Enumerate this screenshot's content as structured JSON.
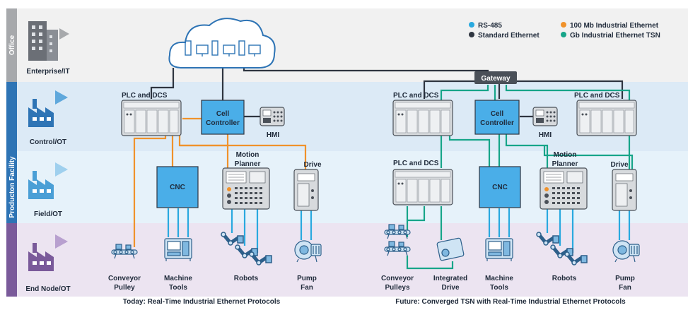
{
  "colors": {
    "rs485": "#29a9df",
    "standard_ethernet": "#2f3540",
    "industrial_ethernet_100mb": "#f0922b",
    "gb_tsn": "#17a589",
    "office_band": "#f1f1f1",
    "control_band": "#dceaf6",
    "field_band": "#e6f2fa",
    "endnode_band": "#ece4f1",
    "side_office": "#a7a9ac",
    "side_facility": "#2e74b5",
    "side_endnode": "#7a5a9a"
  },
  "sidebar": {
    "office": "Office",
    "facility": "Producton Facility"
  },
  "levels": {
    "enterprise": "Enterprise/IT",
    "control": "Control/OT",
    "field": "Field/OT",
    "endnode": "End Node/OT"
  },
  "legend": {
    "rs485": "RS-485",
    "standard_ethernet": "Standard Ethernet",
    "industrial_ethernet": "100 Mb Industrial Ethernet",
    "tsn": "Gb Industrial Ethernet TSN"
  },
  "network": {
    "gateway": "Gateway"
  },
  "left": {
    "plc_dcs": "PLC and DCS",
    "cell_controller_1": "Cell",
    "cell_controller_2": "Controller",
    "hmi": "HMI",
    "motion_planner_1": "Motion",
    "motion_planner_2": "Planner",
    "drive": "Drive",
    "cnc": "CNC",
    "conveyor_1": "Conveyor",
    "conveyor_2": "Pulley",
    "machine_tools_1": "Machine",
    "machine_tools_2": "Tools",
    "robots": "Robots",
    "pump_1": "Pump",
    "pump_2": "Fan",
    "caption": "Today: Real-Time Industrial Ethernet Protocols"
  },
  "right": {
    "plc_dcs_top_left": "PLC and DCS",
    "plc_dcs_top_right": "PLC and DCS",
    "plc_dcs_field": "PLC and DCS",
    "cell_controller_1": "Cell",
    "cell_controller_2": "Controller",
    "hmi": "HMI",
    "motion_planner_1": "Motion",
    "motion_planner_2": "Planner",
    "drive": "Drive",
    "cnc": "CNC",
    "conveyor_1": "Conveyor",
    "conveyor_2": "Pulleys",
    "integrated_drive_1": "Integrated",
    "integrated_drive_2": "Drive",
    "machine_tools_1": "Machine",
    "machine_tools_2": "Tools",
    "robots": "Robots",
    "pump_1": "Pump",
    "pump_2": "Fan",
    "caption": "Future: Converged TSN with Real-Time Industrial Ethernet Protocols"
  }
}
